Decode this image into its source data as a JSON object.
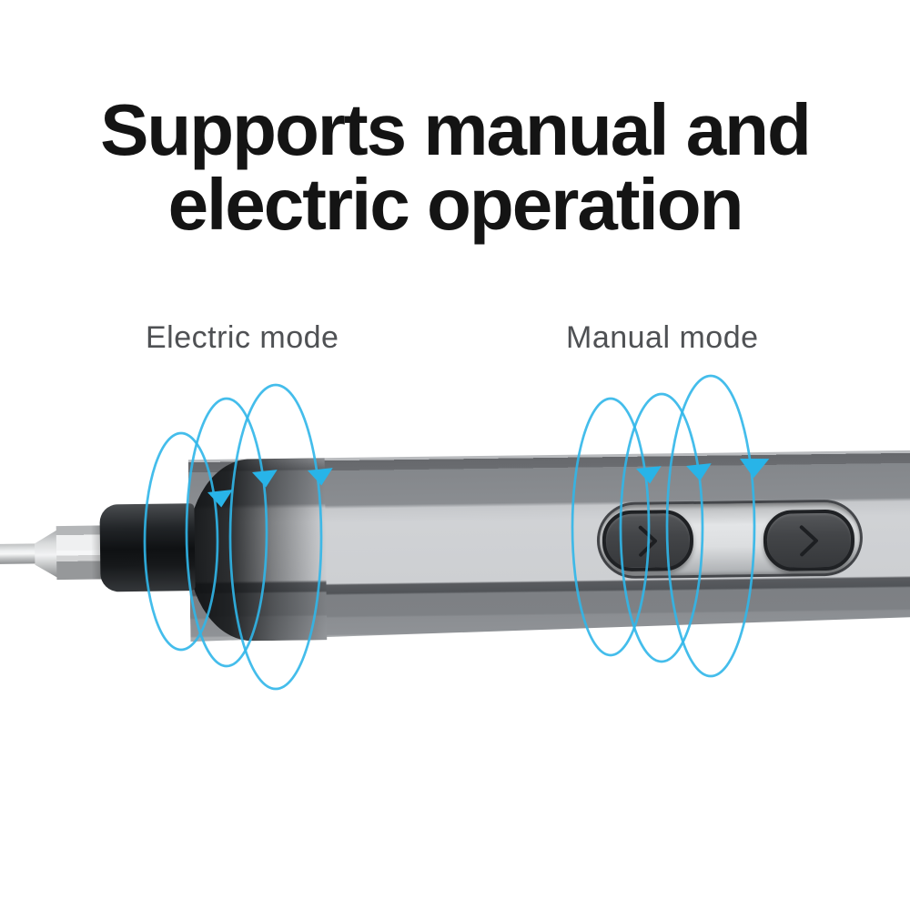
{
  "title": {
    "line1": "Supports manual and",
    "line2": "electric operation"
  },
  "mode_labels": {
    "electric": "Electric mode",
    "manual": "Manual mode"
  },
  "device": {
    "type_hint": "pen-style electric screwdriver, gray body, black bit chuck, metallic hex bit",
    "buttons": [
      {
        "icon": "chevron-right"
      },
      {
        "icon": "chevron-right"
      }
    ]
  },
  "colors": {
    "accent_blue": "#30b6e9",
    "title_text": "#141414",
    "label_text": "#4f5154",
    "body_light_band": "#cfd1d4",
    "body_dark_band": "#6a6c70",
    "chuck_black": "#141619"
  }
}
